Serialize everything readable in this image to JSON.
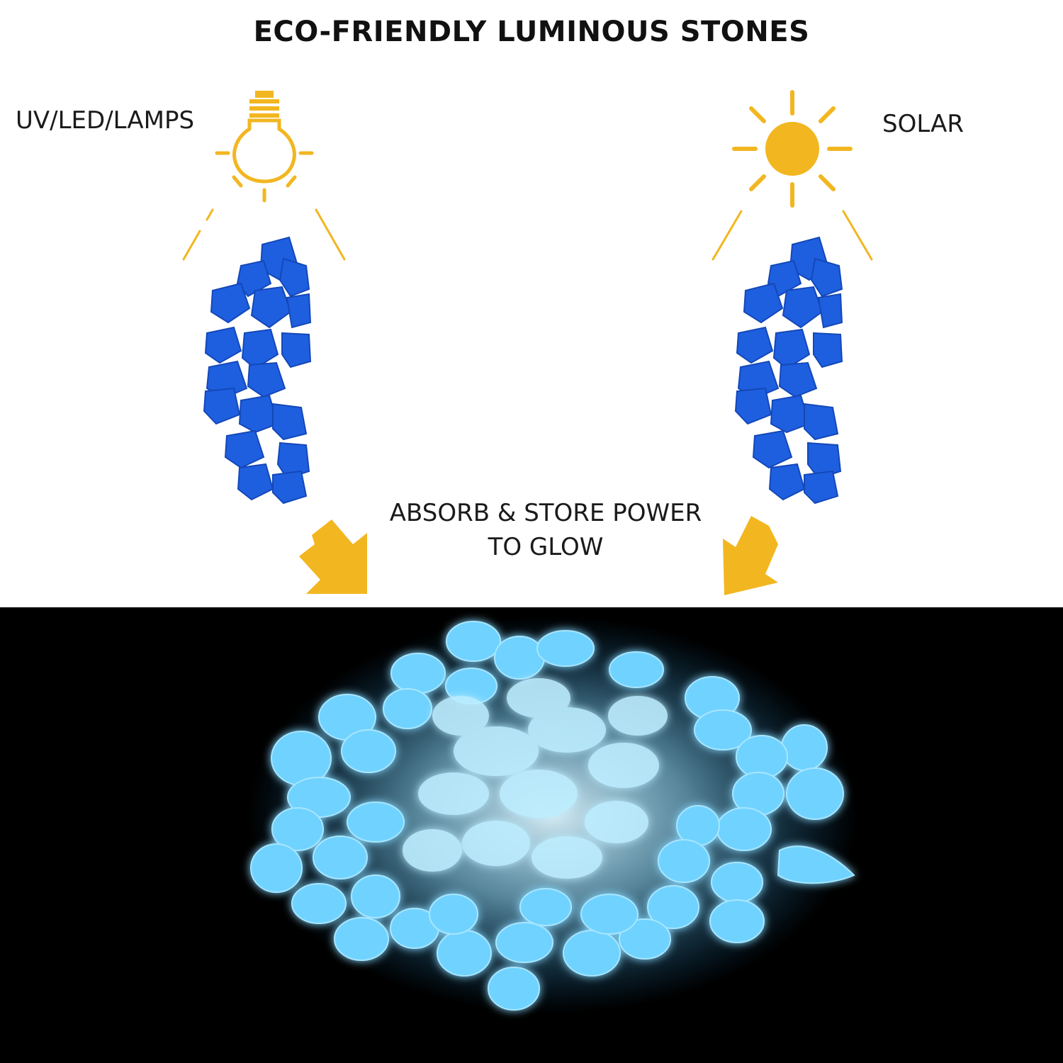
{
  "title": "ECO-FRIENDLY LUMINOUS STONES",
  "left_label": "UV/LED/LAMPS",
  "right_label": "SOLAR",
  "center_text": {
    "line1": "ABSORB & STORE POWER",
    "line2": "TO GLOW"
  },
  "icons": {
    "left": "light-bulb-icon",
    "right": "sun-icon",
    "arrows": "arrow-down-icon"
  },
  "colors": {
    "accent": "#F2B620",
    "stone_blue": "#1E5FE0",
    "glow_blue": "#5CC8FF",
    "background_dark": "#000000"
  }
}
